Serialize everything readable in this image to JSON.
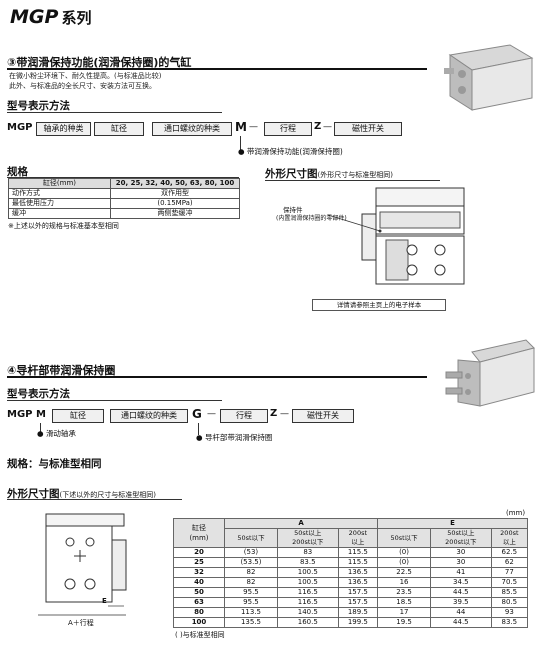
{
  "page": {
    "title_main": "MGP",
    "title_sub": "系列"
  },
  "section1": {
    "heading": "③带润滑保持功能(润滑保持圈)的气缸",
    "desc1": "在微小粉尘环境下、耐久性提高。(与标准品比较)",
    "desc2": "此外、与标准品的全长尺寸、安装方法可互换。",
    "model_heading": "型号表示方法",
    "model": {
      "prefix": "MGP",
      "b1": "轴承的种类",
      "b2": "缸径",
      "b3": "通口螺纹的种类",
      "letter": "M",
      "dash1": "—",
      "b4": "行程",
      "z": "Z",
      "dash2": "—",
      "b5": "磁性开关",
      "note": "带润滑保持功能(润滑保持圈)"
    },
    "spec_heading": "规格",
    "spec_table": {
      "h_label": "缸径(mm)",
      "h_value": "20, 25, 32, 40, 50, 63, 80, 100",
      "rows": [
        {
          "label": "动作方式",
          "value": "双作用型"
        },
        {
          "label": "最低使用压力",
          "value": "(0.15MPa)"
        },
        {
          "label": "缓冲",
          "value": "两侧垫缓冲"
        }
      ]
    },
    "spec_note": "※上述以外的规格与标准基本型相同",
    "dim_heading": "外形尺寸图",
    "dim_heading_note": "(外形尺寸与标准型相同)",
    "retainer_label1": "保持件",
    "retainer_label2": "(内置润滑保持圈的零部件)",
    "ref_note": "详情请参照主页上的电子样本"
  },
  "section2": {
    "heading": "④导杆部带润滑保持圈",
    "model_heading": "型号表示方法",
    "model": {
      "prefix": "MGP",
      "letter_m": "M",
      "b1": "缸径",
      "b2": "通口螺纹的种类",
      "letter": "G",
      "dash1": "—",
      "b3": "行程",
      "z": "Z",
      "dash2": "—",
      "b4": "磁性开关",
      "note_m": "滑动轴承",
      "note_g": "导杆部带润滑保持圈"
    },
    "spec_line": "规格：与标准型相同",
    "dim_heading": "外形尺寸图",
    "dim_heading_note": "(下述以外的尺寸与标准型相同)",
    "dim_unit": "(mm)",
    "drawing_label_a": "A＋行程",
    "drawing_label_e": "E",
    "table": {
      "h_bore1": "缸径",
      "h_bore2": "(mm)",
      "h_A": "A",
      "h_E": "E",
      "sub": [
        "50st以下",
        "50st以上\n200st以下",
        "200st\n以上",
        "50st以下",
        "50st以上\n200st以下",
        "200st\n以上"
      ],
      "rows": [
        [
          "20",
          "(53)",
          "83",
          "115.5",
          "(0)",
          "30",
          "62.5"
        ],
        [
          "25",
          "(53.5)",
          "83.5",
          "115.5",
          "(0)",
          "30",
          "62"
        ],
        [
          "32",
          "82",
          "100.5",
          "136.5",
          "22.5",
          "41",
          "77"
        ],
        [
          "40",
          "82",
          "100.5",
          "136.5",
          "16",
          "34.5",
          "70.5"
        ],
        [
          "50",
          "95.5",
          "116.5",
          "157.5",
          "23.5",
          "44.5",
          "85.5"
        ],
        [
          "63",
          "95.5",
          "116.5",
          "157.5",
          "18.5",
          "39.5",
          "80.5"
        ],
        [
          "80",
          "113.5",
          "140.5",
          "189.5",
          "17",
          "44",
          "93"
        ],
        [
          "100",
          "135.5",
          "160.5",
          "199.5",
          "19.5",
          "44.5",
          "83.5"
        ]
      ]
    },
    "table_note": "(   )与标准型相同"
  }
}
